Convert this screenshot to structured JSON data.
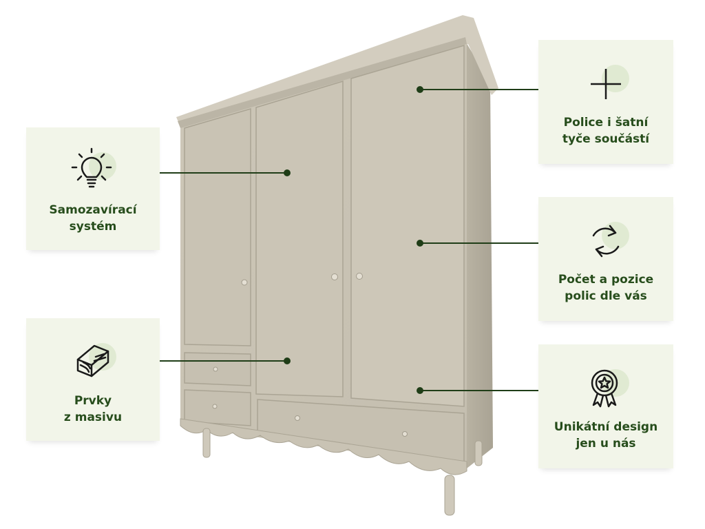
{
  "theme": {
    "card_bg": "#f2f5e9",
    "accent_dark": "#1f3d17",
    "text_green": "#274d1c",
    "wardrobe_color": "#c7c1b1"
  },
  "features": {
    "shelves": {
      "text": "Police i šatní\ntyče součástí",
      "icon": "plus-icon"
    },
    "self_closing": {
      "text": "Samozavírací\nsystém",
      "icon": "lightbulb-icon"
    },
    "shelf_config": {
      "text": "Počet a pozice\npolic dle vás",
      "icon": "refresh-icon"
    },
    "solid_wood": {
      "text": "Prvky\nz masivu",
      "icon": "wood-plank-icon"
    },
    "unique_design": {
      "text": "Unikátní design\njen u nás",
      "icon": "award-badge-icon"
    }
  }
}
